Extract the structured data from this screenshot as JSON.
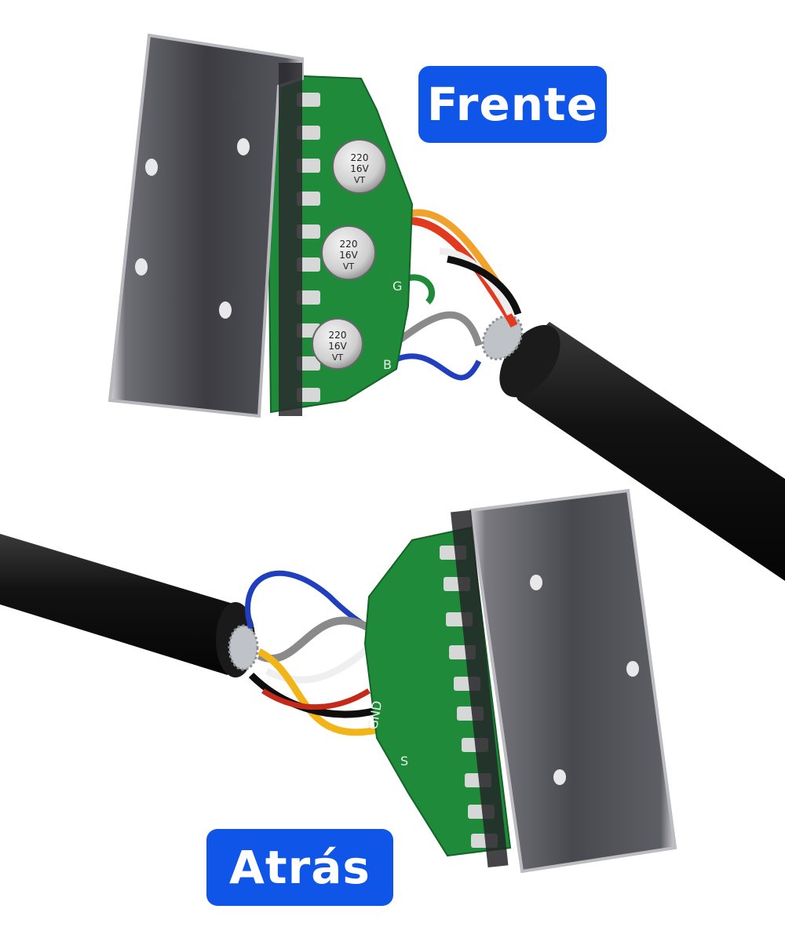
{
  "labels": {
    "front": "Frente",
    "back": "Atrás"
  },
  "colors": {
    "badge": "#0f55e8",
    "pcb": "#1f8a3a",
    "cable": "#141414",
    "metal": "#9a9aa0"
  },
  "capacitors": {
    "line1": "220",
    "line2": "16V",
    "line3": "VT"
  },
  "pcb_marks": {
    "front_g": "G",
    "front_b": "B",
    "back_gnd": "GND",
    "back_s": "S"
  }
}
